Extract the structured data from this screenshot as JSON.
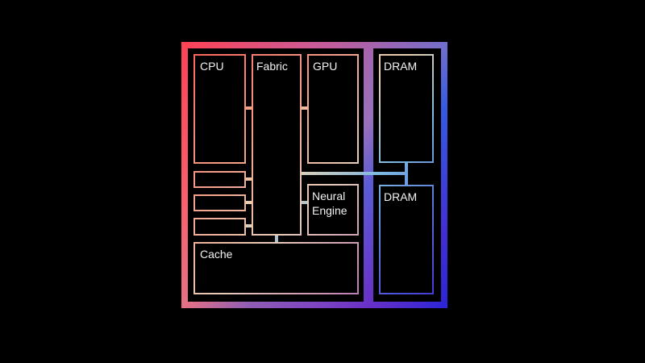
{
  "colors": {
    "background": "#000000",
    "gradient": [
      "#ff4f5a",
      "#f08c7a",
      "#d8c9b0",
      "#63aee0",
      "#1f86ff",
      "#7d3cc8",
      "#3a2bd9",
      "#c02a86",
      "#ff2a55"
    ],
    "block_fill": "#000000"
  },
  "blocks": {
    "cpu": "CPU",
    "fabric": "Fabric",
    "gpu": "GPU",
    "dram_top": "DRAM",
    "dram_bottom": "DRAM",
    "neural_engine_line1": "Neural",
    "neural_engine_line2": "Engine",
    "cache": "Cache"
  }
}
